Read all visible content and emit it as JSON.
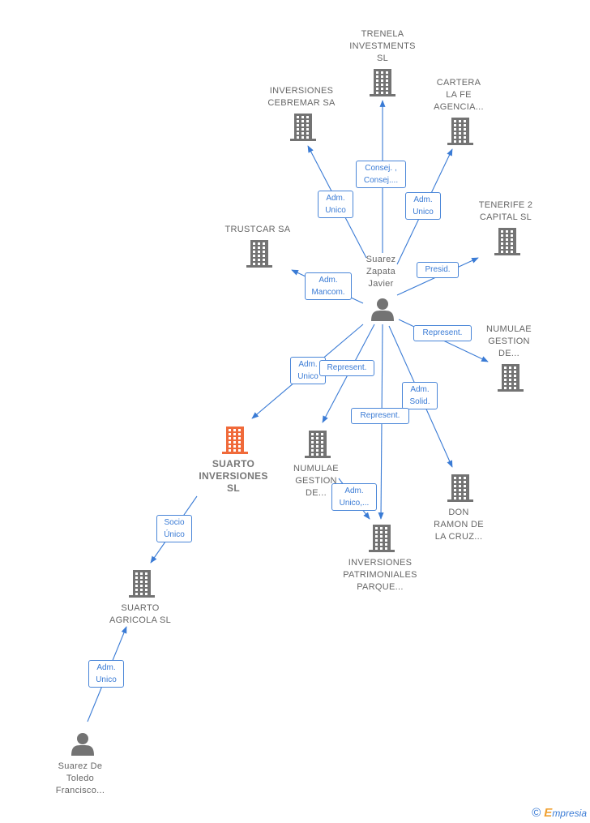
{
  "colors": {
    "edge": "#3a7bd5",
    "node": "#737373",
    "focus": "#f06a3a"
  },
  "nodes": [
    {
      "id": "trenela",
      "type": "company",
      "lines": [
        "TRENELA",
        "INVESTMENTS",
        "SL"
      ]
    },
    {
      "id": "cebremar",
      "type": "company",
      "lines": [
        "INVERSIONES",
        "CEBREMAR SA"
      ]
    },
    {
      "id": "cartera",
      "type": "company",
      "lines": [
        "CARTERA",
        "LA FE",
        "AGENCIA..."
      ]
    },
    {
      "id": "tenerife",
      "type": "company",
      "lines": [
        "TENERIFE 2",
        "CAPITAL SL"
      ]
    },
    {
      "id": "trustcar",
      "type": "company",
      "lines": [
        "TRUSTCAR SA"
      ]
    },
    {
      "id": "suarez_javier",
      "type": "person",
      "lines": [
        "Suarez",
        "Zapata",
        "Javier"
      ]
    },
    {
      "id": "numulae1",
      "type": "company",
      "lines": [
        "NUMULAE",
        "GESTION",
        "DE..."
      ]
    },
    {
      "id": "suarto_inv",
      "type": "company",
      "focus": true,
      "lines": [
        "SUARTO",
        "INVERSIONES",
        "SL"
      ]
    },
    {
      "id": "numulae2",
      "type": "company",
      "lines": [
        "NUMULAE",
        "GESTION",
        "DE..."
      ]
    },
    {
      "id": "don_ramon",
      "type": "company",
      "lines": [
        "DON",
        "RAMON DE",
        "LA CRUZ..."
      ]
    },
    {
      "id": "inv_patr",
      "type": "company",
      "lines": [
        "INVERSIONES",
        "PATRIMONIALES",
        "PARQUE..."
      ]
    },
    {
      "id": "suarto_agr",
      "type": "company",
      "lines": [
        "SUARTO",
        "AGRICOLA  SL"
      ]
    },
    {
      "id": "suarez_francisco",
      "type": "person",
      "lines": [
        "Suarez De",
        "Toledo",
        "Francisco..."
      ]
    }
  ],
  "edges": [
    {
      "from": "suarez_javier",
      "to": "trenela",
      "lines": [
        "Consej. ,",
        "Consej...."
      ]
    },
    {
      "from": "suarez_javier",
      "to": "cebremar",
      "lines": [
        "Adm.",
        "Unico"
      ]
    },
    {
      "from": "suarez_javier",
      "to": "cartera",
      "lines": [
        "Adm.",
        "Unico"
      ]
    },
    {
      "from": "suarez_javier",
      "to": "tenerife",
      "lines": [
        "Presid."
      ]
    },
    {
      "from": "suarez_javier",
      "to": "trustcar",
      "lines": [
        "Adm.",
        "Mancom."
      ]
    },
    {
      "from": "suarez_javier",
      "to": "numulae1",
      "lines": [
        "Represent."
      ]
    },
    {
      "from": "suarez_javier",
      "to": "suarto_inv",
      "lines": [
        "Adm.",
        "Unico"
      ]
    },
    {
      "from": "suarez_javier",
      "to": "numulae2",
      "lines": [
        "Represent."
      ]
    },
    {
      "from": "suarez_javier",
      "to": "don_ramon",
      "lines": [
        "Adm.",
        "Solid."
      ]
    },
    {
      "from": "suarez_javier",
      "to": "inv_patr",
      "lines": [
        "Represent."
      ]
    },
    {
      "from": "numulae2",
      "to": "inv_patr",
      "lines": [
        "Adm.",
        "Unico,..."
      ]
    },
    {
      "from": "suarto_inv",
      "to": "suarto_agr",
      "lines": [
        "Socio",
        "Único"
      ]
    },
    {
      "from": "suarez_francisco",
      "to": "suarto_agr",
      "lines": [
        "Adm.",
        "Unico"
      ]
    }
  ],
  "brand": {
    "copyright": "©",
    "initial": "E",
    "rest": "mpresia"
  }
}
